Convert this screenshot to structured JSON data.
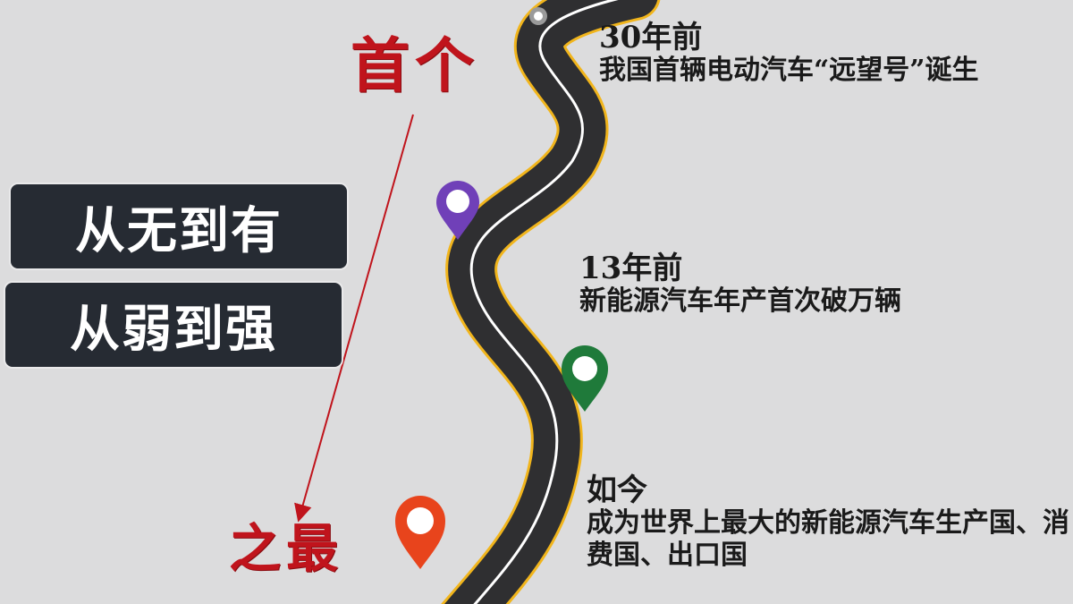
{
  "titles": {
    "top": "首个",
    "bottom": "之最"
  },
  "pills": [
    {
      "label": "从无到有"
    },
    {
      "label": "从弱到强"
    }
  ],
  "milestones": [
    {
      "year": "30年前",
      "text": "我国首辆电动汽车“远望号”诞生"
    },
    {
      "year": "13年前",
      "text": "新能源汽车年产首次破万辆"
    },
    {
      "year": "如今",
      "text": "成为世界上最大的新能源汽车生产国、消费国、出口国"
    }
  ],
  "colors": {
    "background": "#dcdcdd",
    "accent_red": "#c0141c",
    "pill_bg": "#262b33",
    "road": "#2f2f31",
    "road_edge": "#f1b51c",
    "pin_purple": "#7040b8",
    "pin_green": "#1f7a3a",
    "pin_orange": "#e8441c",
    "pin_gray": "#9a9a9a"
  },
  "icons": [
    "map-pin-icon",
    "arrow-icon"
  ]
}
